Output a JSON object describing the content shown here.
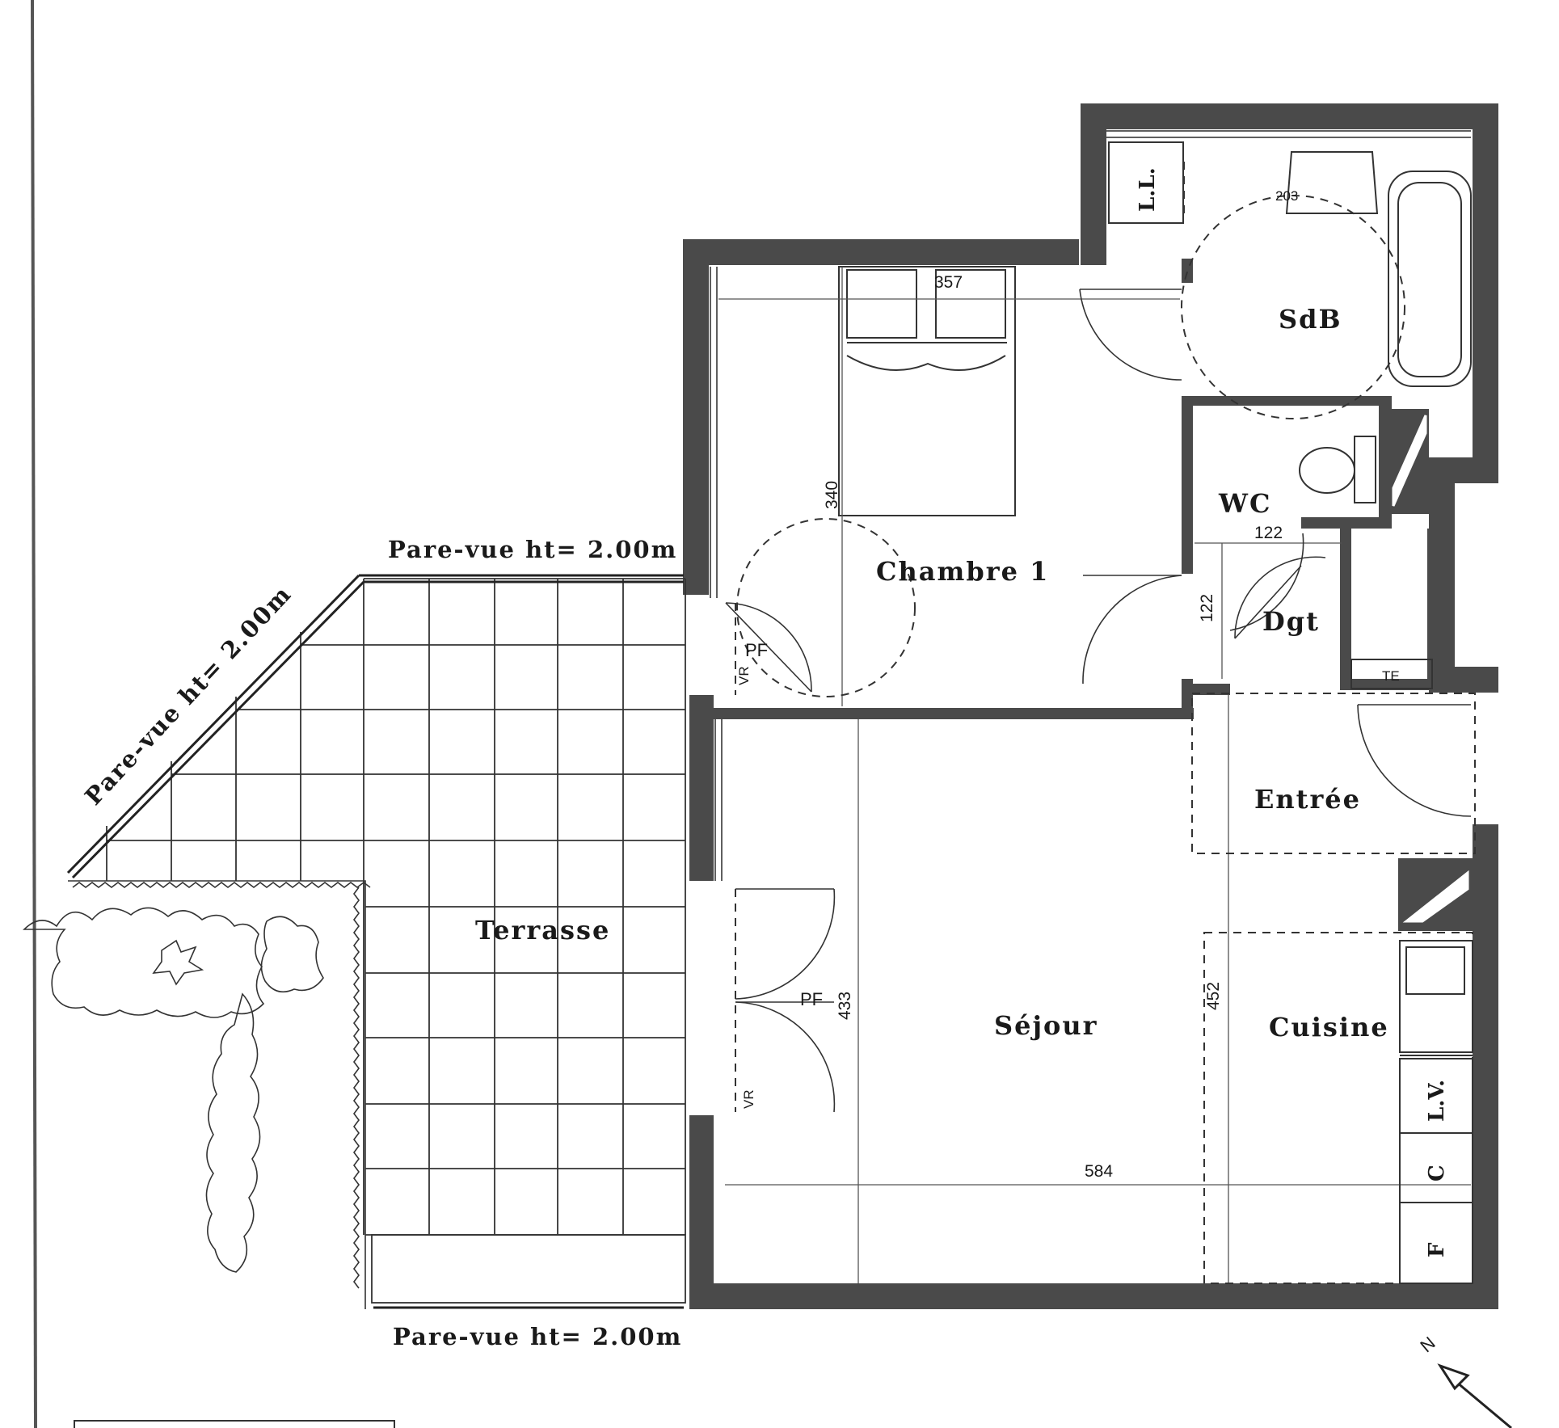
{
  "rooms": {
    "chambre": "Chambre 1",
    "sdb": "SdB",
    "wc": "WC",
    "dgt": "Dgt",
    "entree": "Entrée",
    "sejour": "Séjour",
    "cuisine": "Cuisine",
    "terrasse": "Terrasse"
  },
  "pare_vue": {
    "top": "Pare-vue ht= 2.00m",
    "diagonal": "Pare-vue ht= 2.00m",
    "bottom": "Pare-vue ht= 2.00m"
  },
  "door_labels": {
    "pf_chambre": "PF",
    "pf_sejour": "PF",
    "vr_chambre": "VR",
    "vr_sejour": "VR"
  },
  "equipment": {
    "lave_linge": "L.L.",
    "lave_vaisselle": "L.V.",
    "congelateur": "C",
    "frigo": "F",
    "tableau": "TE"
  },
  "dimensions": {
    "chambre_width": "357",
    "chambre_depth": "340",
    "wc_width": "122",
    "dgt_width": "122",
    "sejour_depth": "433",
    "cuisine_depth": "452",
    "sejour_width": "584",
    "sdb_width": "203"
  },
  "north_label": "N"
}
